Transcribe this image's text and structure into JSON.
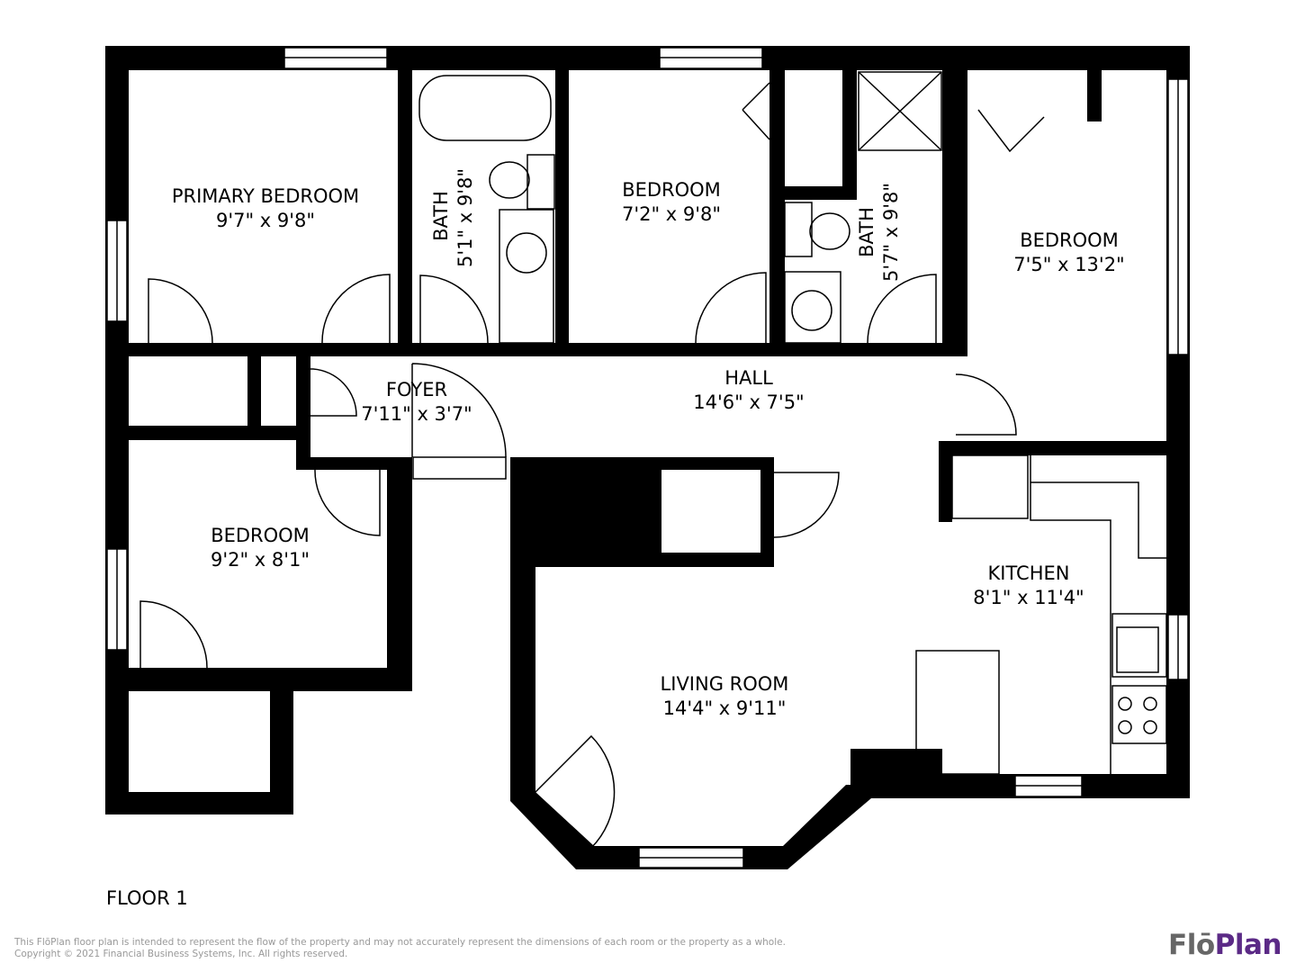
{
  "rooms": {
    "primary_bedroom": {
      "name": "PRIMARY BEDROOM",
      "dims": "9'7\" x 9'8\""
    },
    "bath1": {
      "name": "BATH",
      "dims": "5'1\" x 9'8\""
    },
    "bedroom2": {
      "name": "BEDROOM",
      "dims": "7'2\" x 9'8\""
    },
    "bath2": {
      "name": "BATH",
      "dims": "5'7\" x 9'8\""
    },
    "bedroom3": {
      "name": "BEDROOM",
      "dims": "7'5\" x 13'2\""
    },
    "foyer": {
      "name": "FOYER",
      "dims": "7'11\" x 3'7\""
    },
    "hall": {
      "name": "HALL",
      "dims": "14'6\" x 7'5\""
    },
    "bedroom4": {
      "name": "BEDROOM",
      "dims": "9'2\" x 8'1\""
    },
    "kitchen": {
      "name": "KITCHEN",
      "dims": "8'1\" x 11'4\""
    },
    "living_room": {
      "name": "LIVING ROOM",
      "dims": "14'4\" x 9'11\""
    }
  },
  "floor_label": "FLOOR 1",
  "disclaimer": {
    "line1": "This FlōPlan floor plan is intended to represent the flow of the property and may not accurately represent the dimensions of each room or the property as a whole.",
    "line2": "Copyright © 2021 Financial Business Systems, Inc. All rights reserved."
  },
  "logo": {
    "part1": "Flō",
    "part2": "Plan",
    "color": "#5b2a86"
  }
}
